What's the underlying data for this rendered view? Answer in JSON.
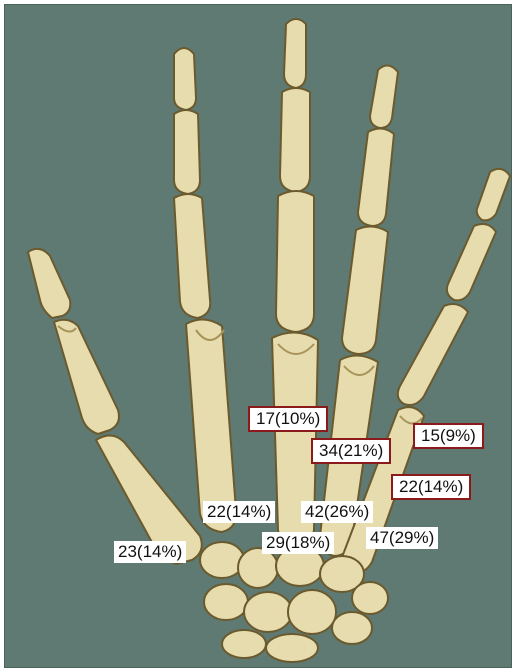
{
  "colors": {
    "background": "#5f7a72",
    "bone_fill": "#e6dcae",
    "bone_outline": "#6b5a2e",
    "bone_shadow": "#a8945a",
    "label_border": "#8b1a1a"
  },
  "illustration": {
    "subject": "dorsal view of the bones of the right hand",
    "icon": "hand-skeleton-illustration"
  },
  "labels": {
    "thumb_cmc": "23(14%)",
    "index_cmc": "22(14%)",
    "middle_cmc": "29(18%)",
    "ring_cmc": "42(26%)",
    "little_cmc": "47(29%)",
    "middle_mcp": "17(10%)",
    "ring_mcp": "34(21%)",
    "little_mcp": "15(9%)",
    "little_shaft": "22(14%)"
  }
}
